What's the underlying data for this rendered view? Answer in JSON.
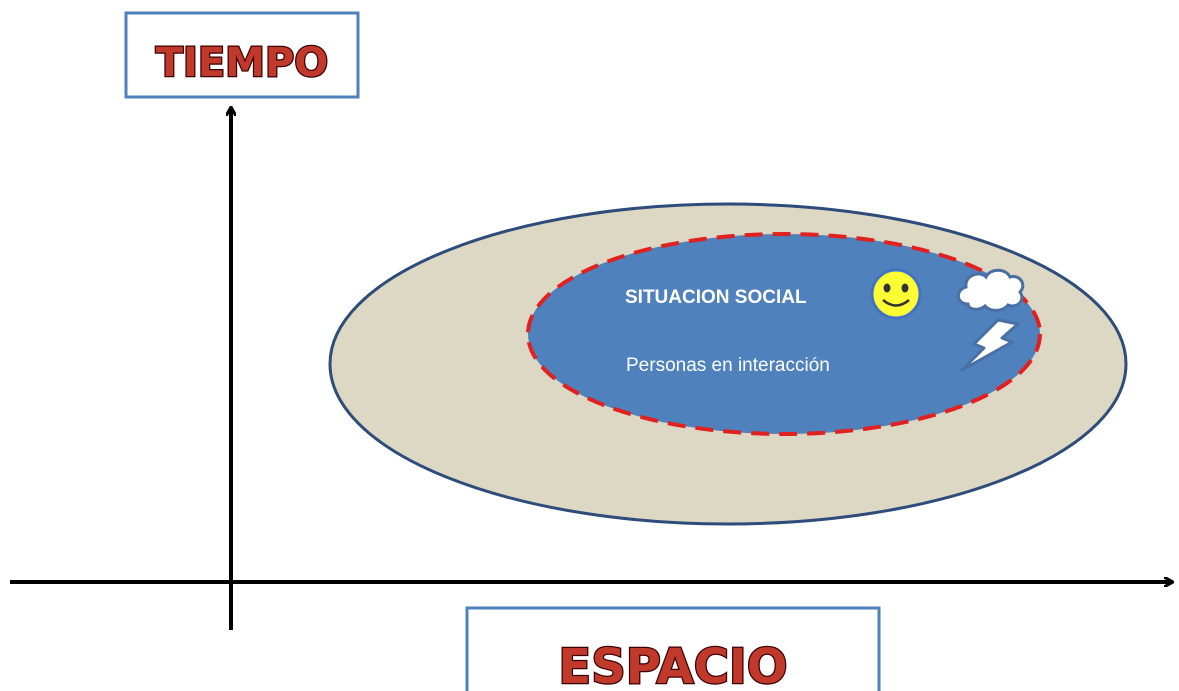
{
  "labels": {
    "vertical_axis": "TIEMPO",
    "horizontal_axis": "ESPACIO"
  },
  "situation": {
    "title": "SITUACION SOCIAL",
    "subtitle": "Personas en interacción"
  },
  "icons": [
    "smiley-face-icon",
    "thought-cloud-icon",
    "lightning-bolt-icon"
  ],
  "colors": {
    "outer_ellipse_fill": "#ddd8c4",
    "outer_ellipse_stroke": "#2e4c7a",
    "inner_ellipse_fill": "#4f81bd",
    "inner_ellipse_stroke": "#e0211f",
    "box_stroke": "#4f81bd",
    "title_text": "#c0392b",
    "smiley_fill": "#ffff33"
  }
}
